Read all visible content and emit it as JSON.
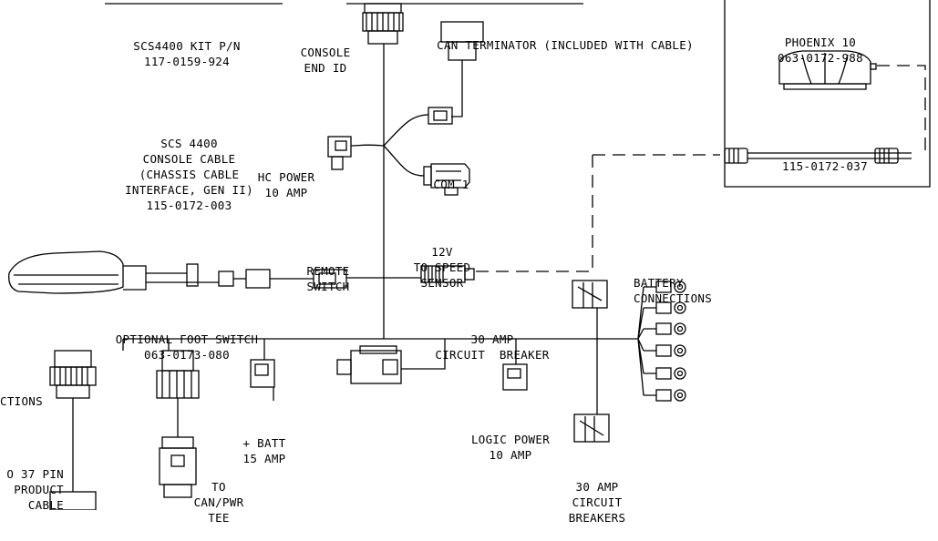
{
  "labels": {
    "kit": [
      "SCS4400 KIT P/N",
      "117-0159-924"
    ],
    "console_end": [
      "CONSOLE",
      "END ID"
    ],
    "can_term": [
      "CAN TERMINATOR (INCLUDED WITH CABLE)"
    ],
    "phoenix": [
      "PHOENIX 10",
      "063-0172-988"
    ],
    "phoenix_cable": [
      "115-0172-037"
    ],
    "console_cable": [
      "SCS 4400",
      "CONSOLE CABLE",
      "(CHASSIS CABLE",
      "INTERFACE, GEN II)",
      "115-0172-003"
    ],
    "hc_power": [
      "HC POWER",
      "10 AMP"
    ],
    "com1": [
      "COM 1"
    ],
    "speed": [
      "12V",
      "TO SPEED",
      "SENSOR"
    ],
    "remote": [
      "REMOTE",
      "SWITCH"
    ],
    "battery": [
      "BATTERY",
      "CONNECTIONS"
    ],
    "foot": [
      "OPTIONAL FOOT SWITCH",
      "063-0173-080"
    ],
    "cb30": [
      "30 AMP",
      "CIRCUIT  BREAKER"
    ],
    "ctions": [
      "CTIONS"
    ],
    "batt": [
      "+ BATT",
      "15 AMP"
    ],
    "logic": [
      "LOGIC POWER",
      "10 AMP"
    ],
    "cbs": [
      "30 AMP",
      "CIRCUIT",
      "BREAKERS"
    ],
    "pin37": [
      "O 37 PIN",
      "PRODUCT",
      "CABLE"
    ],
    "canpwr": [
      "TO",
      "CAN/PWR",
      "TEE"
    ]
  }
}
